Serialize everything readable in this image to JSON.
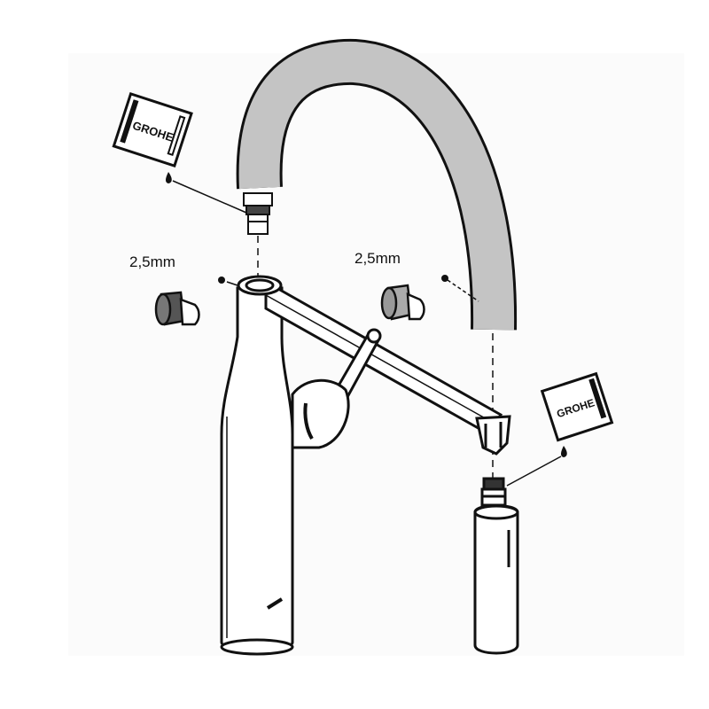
{
  "diagram": {
    "hex_key_labels": [
      "2,5mm",
      "2,5mm"
    ],
    "grease_packet_brand": "GROHE",
    "colors": {
      "hose": "#c4c4c4",
      "outline": "#111111",
      "background_panel": "#fbfbfb"
    }
  }
}
